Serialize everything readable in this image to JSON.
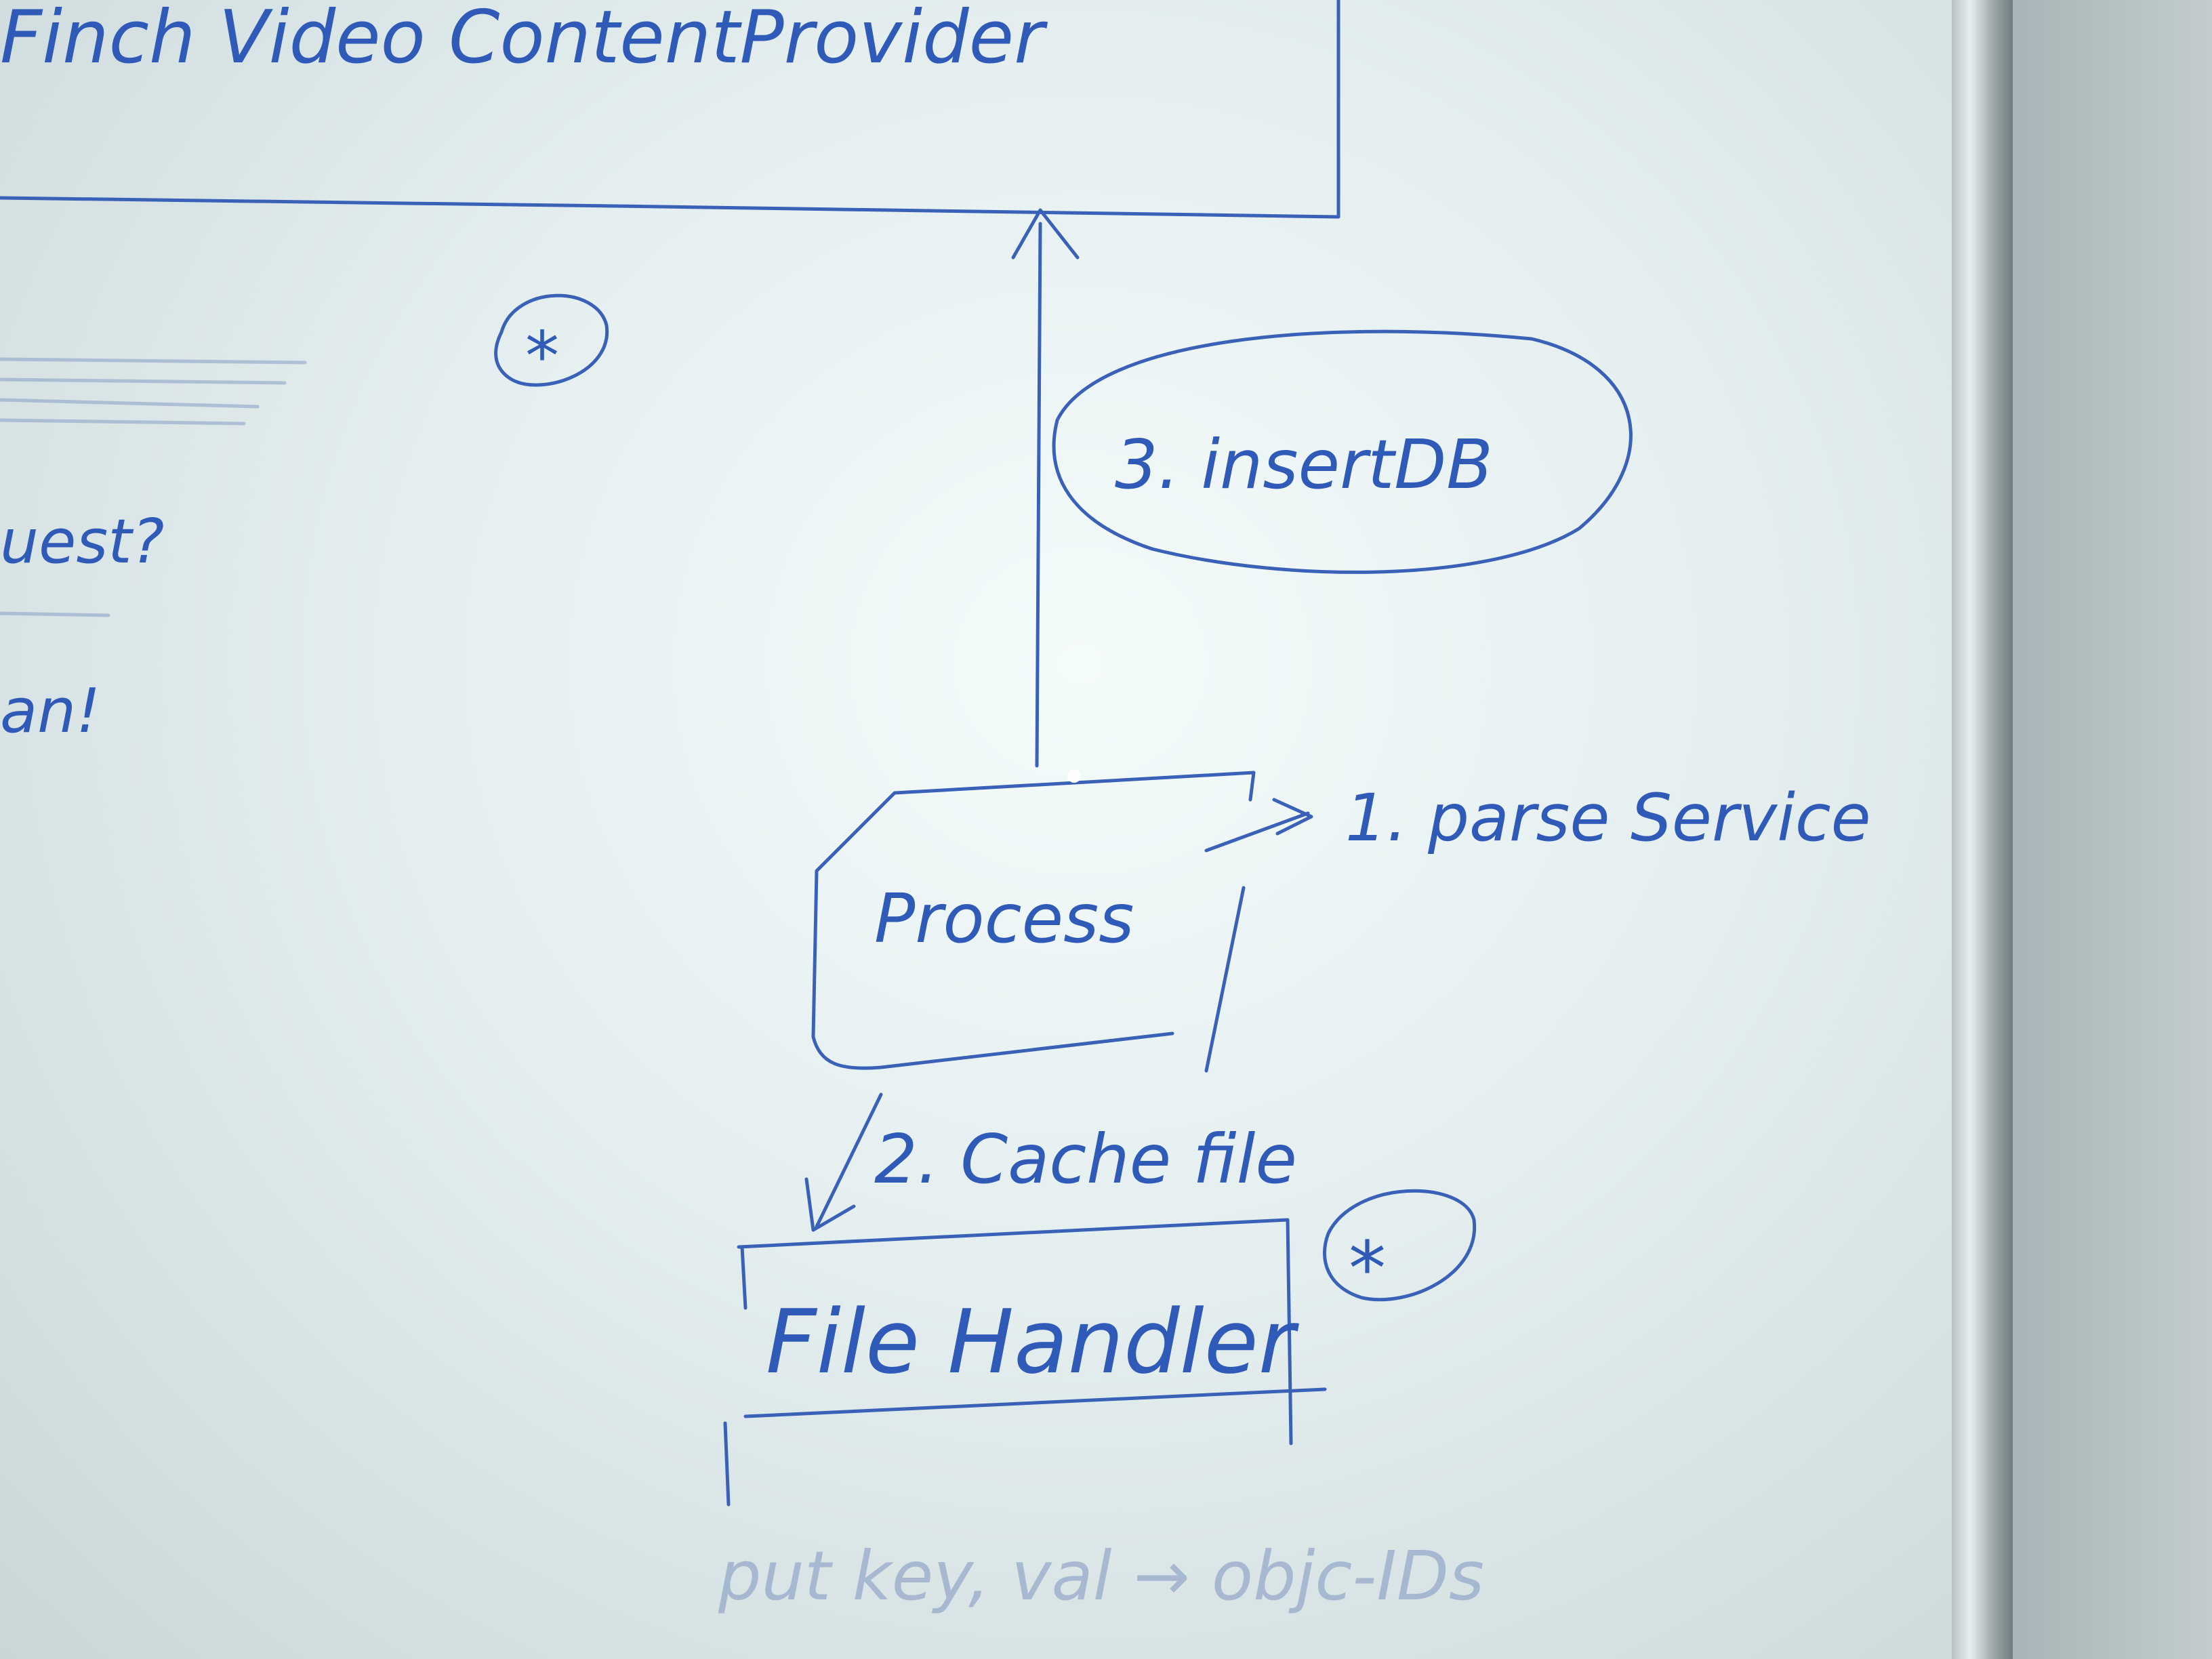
{
  "whiteboard": {
    "top_box_label": "Finch Video ContentProvider",
    "step_insert": "3. insertDB",
    "process_label": "Process",
    "step_parse": "1. parse Service",
    "step_cache": "2. Cache file",
    "file_handler_label": "File Handler",
    "asterisk": "*",
    "left_partial_1": "uest?",
    "left_partial_2": "an!",
    "bottom_faint": "put key, val → objc-IDs"
  },
  "colors": {
    "marker": "#2f5ab8",
    "board": "#eef6f6",
    "frame": "#b9c3c5"
  }
}
